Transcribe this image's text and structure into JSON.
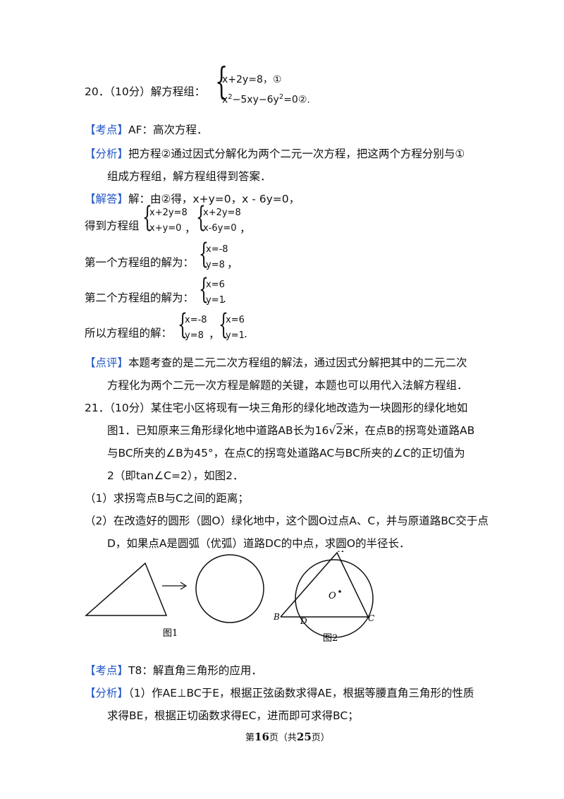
{
  "q20": {
    "head": "20．（10分）解方程组：",
    "eq1": "x+2y=8，①",
    "eq2_a": "x",
    "eq2_b": "−5xy−6y",
    "eq2_c": "=0②",
    "exp": "2",
    "period": "."
  },
  "kaodian1": {
    "tag": "【考点】",
    "text": "AF：高次方程．"
  },
  "fenxi1": {
    "tag": "【分析】",
    "line1": "把方程②通过因式分解化为两个二元一次方程，把这两个方程分别与①",
    "line2": "组成方程组，解方程组得到答案．"
  },
  "jieda": {
    "tag": "【解答】",
    "text": "解：由②得，x+y=0，x - 6y=0，"
  },
  "get_sys": {
    "label": "得到方程组",
    "s1a": "x+2y=8",
    "s1b": "x+y=0",
    "comma": "，",
    "s2a": "x+2y=8",
    "s2b": "x-6y=0",
    "end": "，"
  },
  "sol1": {
    "label": "第一个方程组的解为：",
    "a": "x=-8",
    "b": "y=8",
    "end": "，"
  },
  "sol2": {
    "label": "第二个方程组的解为：",
    "a": "x=6",
    "b": "y=1",
    "end": "."
  },
  "sol_all": {
    "label": "所以方程组的解：",
    "a1": "x=-8",
    "b1": "y=8",
    "comma": "，",
    "a2": "x=6",
    "b2": "y=1",
    "end": "."
  },
  "dianping": {
    "tag": "【点评】",
    "line1": "本题考查的是二元二次方程组的解法，通过因式分解把其中的二元二次",
    "line2": "方程化为两个二元一次方程是解题的关键，本题也可以用代入法解方程组．"
  },
  "q21": {
    "line1": "21．（10分）某住宅小区将现有一块三角形的绿化地改造为一块圆形的绿化地如",
    "line2a": "图1．已知原来三角形绿化地中道路AB长为16",
    "root": "2",
    "line2b": "米，在点B的拐弯处道路AB",
    "line3": "与BC所夹的∠B为45°，在点C的拐弯处道路AC与BC所夹的∠C的正切值为",
    "line4": "2（即tan∠C=2），如图2．",
    "part1": "（1）求拐弯点B与C之间的距离；",
    "part2a": "（2）在改造好的圆形（圆O）绿化地中，这个圆O过点A、C，并与原道路BC交于点",
    "part2b": "D，如果点A是圆弧（优弧）道路DC的中点，求圆O的半径长．"
  },
  "fig1": {
    "caption": "图1"
  },
  "fig2": {
    "caption": "图2",
    "A": "A",
    "B": "B",
    "C": "C",
    "D": "D",
    "O": "O"
  },
  "kaodian2": {
    "tag": "【考点】",
    "text": "T8：解直角三角形的应用．"
  },
  "fenxi2": {
    "tag": "【分析】",
    "line1": "（1）作AE⊥BC于E，根据正弦函数求得AE，根据等腰直角三角形的性质",
    "line2": "求得BE，根据正切函数求得EC，进而即可求得BC；"
  },
  "footer": {
    "pre": "第",
    "page": "16",
    "mid": "页（共",
    "total": "25",
    "post": "页）"
  }
}
